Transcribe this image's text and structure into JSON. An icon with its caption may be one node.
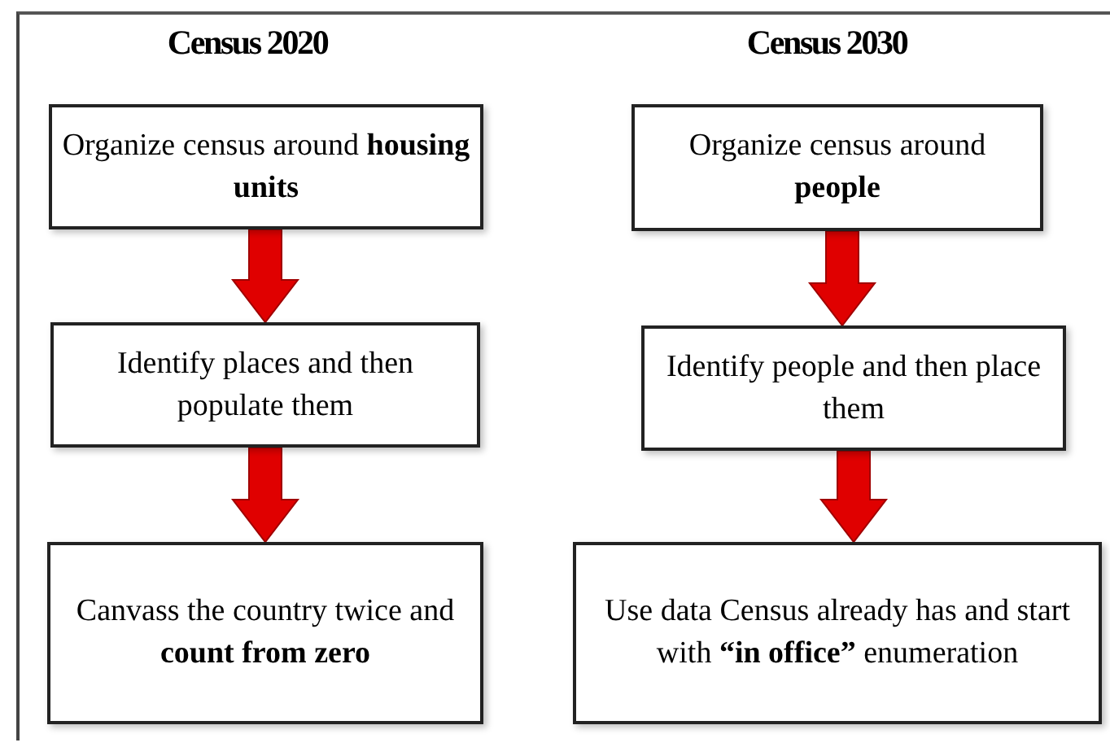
{
  "diagram": {
    "nodes": [
      {
        "text": [
          "Organize census around **housing units**"
        ]
      },
      {
        "text": [
          "Identify places and then populate them"
        ]
      },
      {
        "text": [
          "Canvass the country twice and **count from zero**"
        ]
      },
      {
        "text": [
          "Organize census around **people**"
        ]
      },
      {
        "text": [
          "Identify people and then place them"
        ]
      },
      {
        "text": [
          "Use data Census already has and start with **“in office”** enumeration"
        ]
      }
    ],
    "edges": [
      {
        "from": 0,
        "to": 1,
        "arrow": "to",
        "style": "thick"
      },
      {
        "from": 1,
        "to": 2,
        "arrow": "to",
        "style": "thick"
      },
      {
        "from": 3,
        "to": 4,
        "arrow": "to",
        "style": "thick"
      },
      {
        "from": 4,
        "to": 5,
        "arrow": "to",
        "style": "thick"
      }
    ],
    "labels": [
      "Census 2020",
      "Census 2030"
    ]
  }
}
